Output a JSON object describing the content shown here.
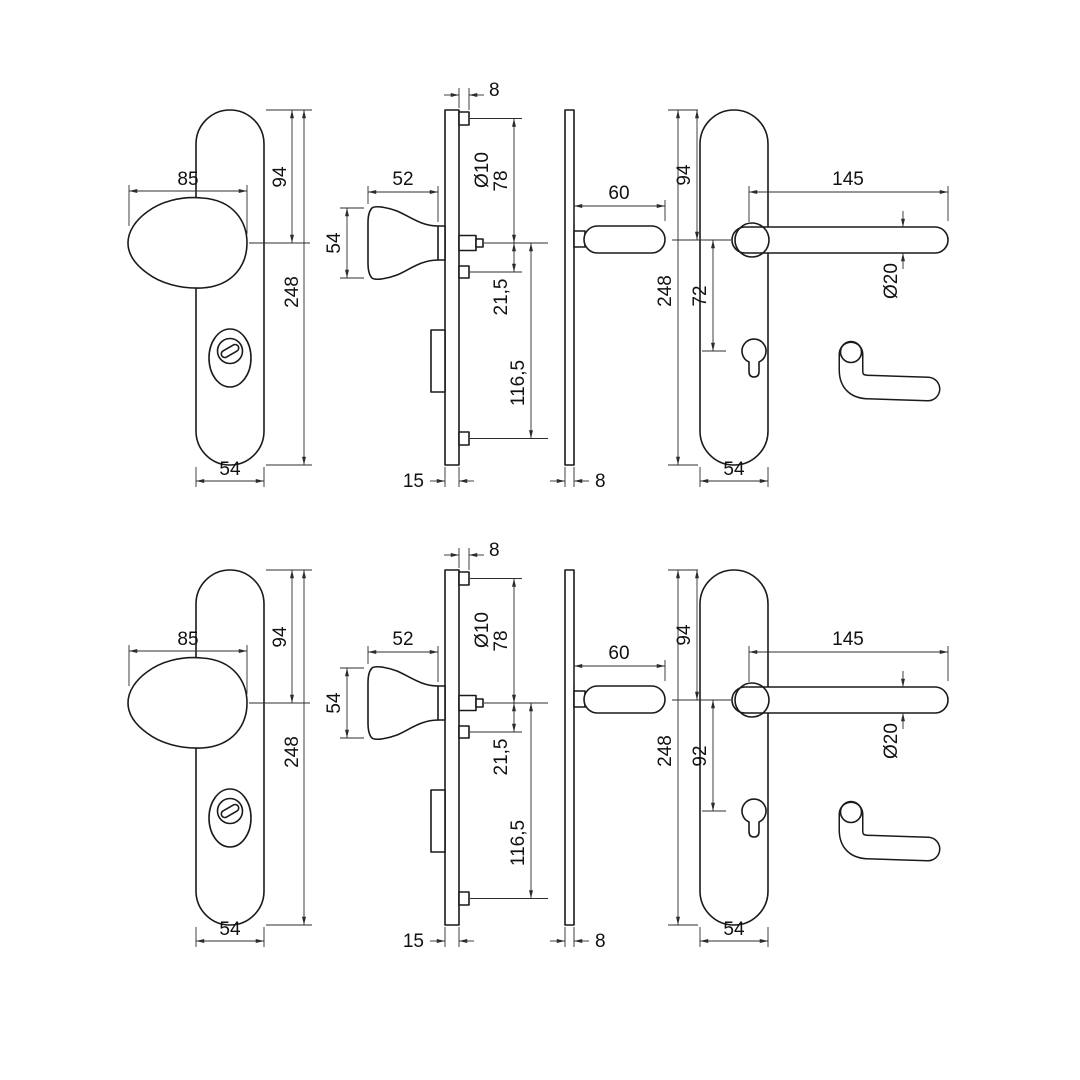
{
  "meta": {
    "title": "Technical dimension drawing - security door fittings (knob plate and lever plate), two variants",
    "line_color": "#1a1a1a",
    "background": "#ffffff"
  },
  "rows": [
    {
      "variant": "backset 72",
      "knob_front": {
        "width": "85",
        "top": "94",
        "height": "248",
        "bottom": "54"
      },
      "knob_side": {
        "depth": "52",
        "height": "54",
        "tab": "8",
        "hole_dia": "Ø10",
        "upper": "78",
        "mid": "21,5",
        "lower": "116,5",
        "plate_depth": "15"
      },
      "lever_side": {
        "depth": "60",
        "plate_thickness": "8"
      },
      "lever_front": {
        "top": "94",
        "height": "248",
        "backset": "72",
        "length": "145",
        "dia": "Ø20",
        "bottom": "54"
      }
    },
    {
      "variant": "backset 92",
      "knob_front": {
        "width": "85",
        "top": "94",
        "height": "248",
        "bottom": "54"
      },
      "knob_side": {
        "depth": "52",
        "height": "54",
        "tab": "8",
        "hole_dia": "Ø10",
        "upper": "78",
        "mid": "21,5",
        "lower": "116,5",
        "plate_depth": "15"
      },
      "lever_side": {
        "depth": "60",
        "plate_thickness": "8"
      },
      "lever_front": {
        "top": "94",
        "height": "248",
        "backset": "92",
        "length": "145",
        "dia": "Ø20",
        "bottom": "54"
      }
    }
  ]
}
